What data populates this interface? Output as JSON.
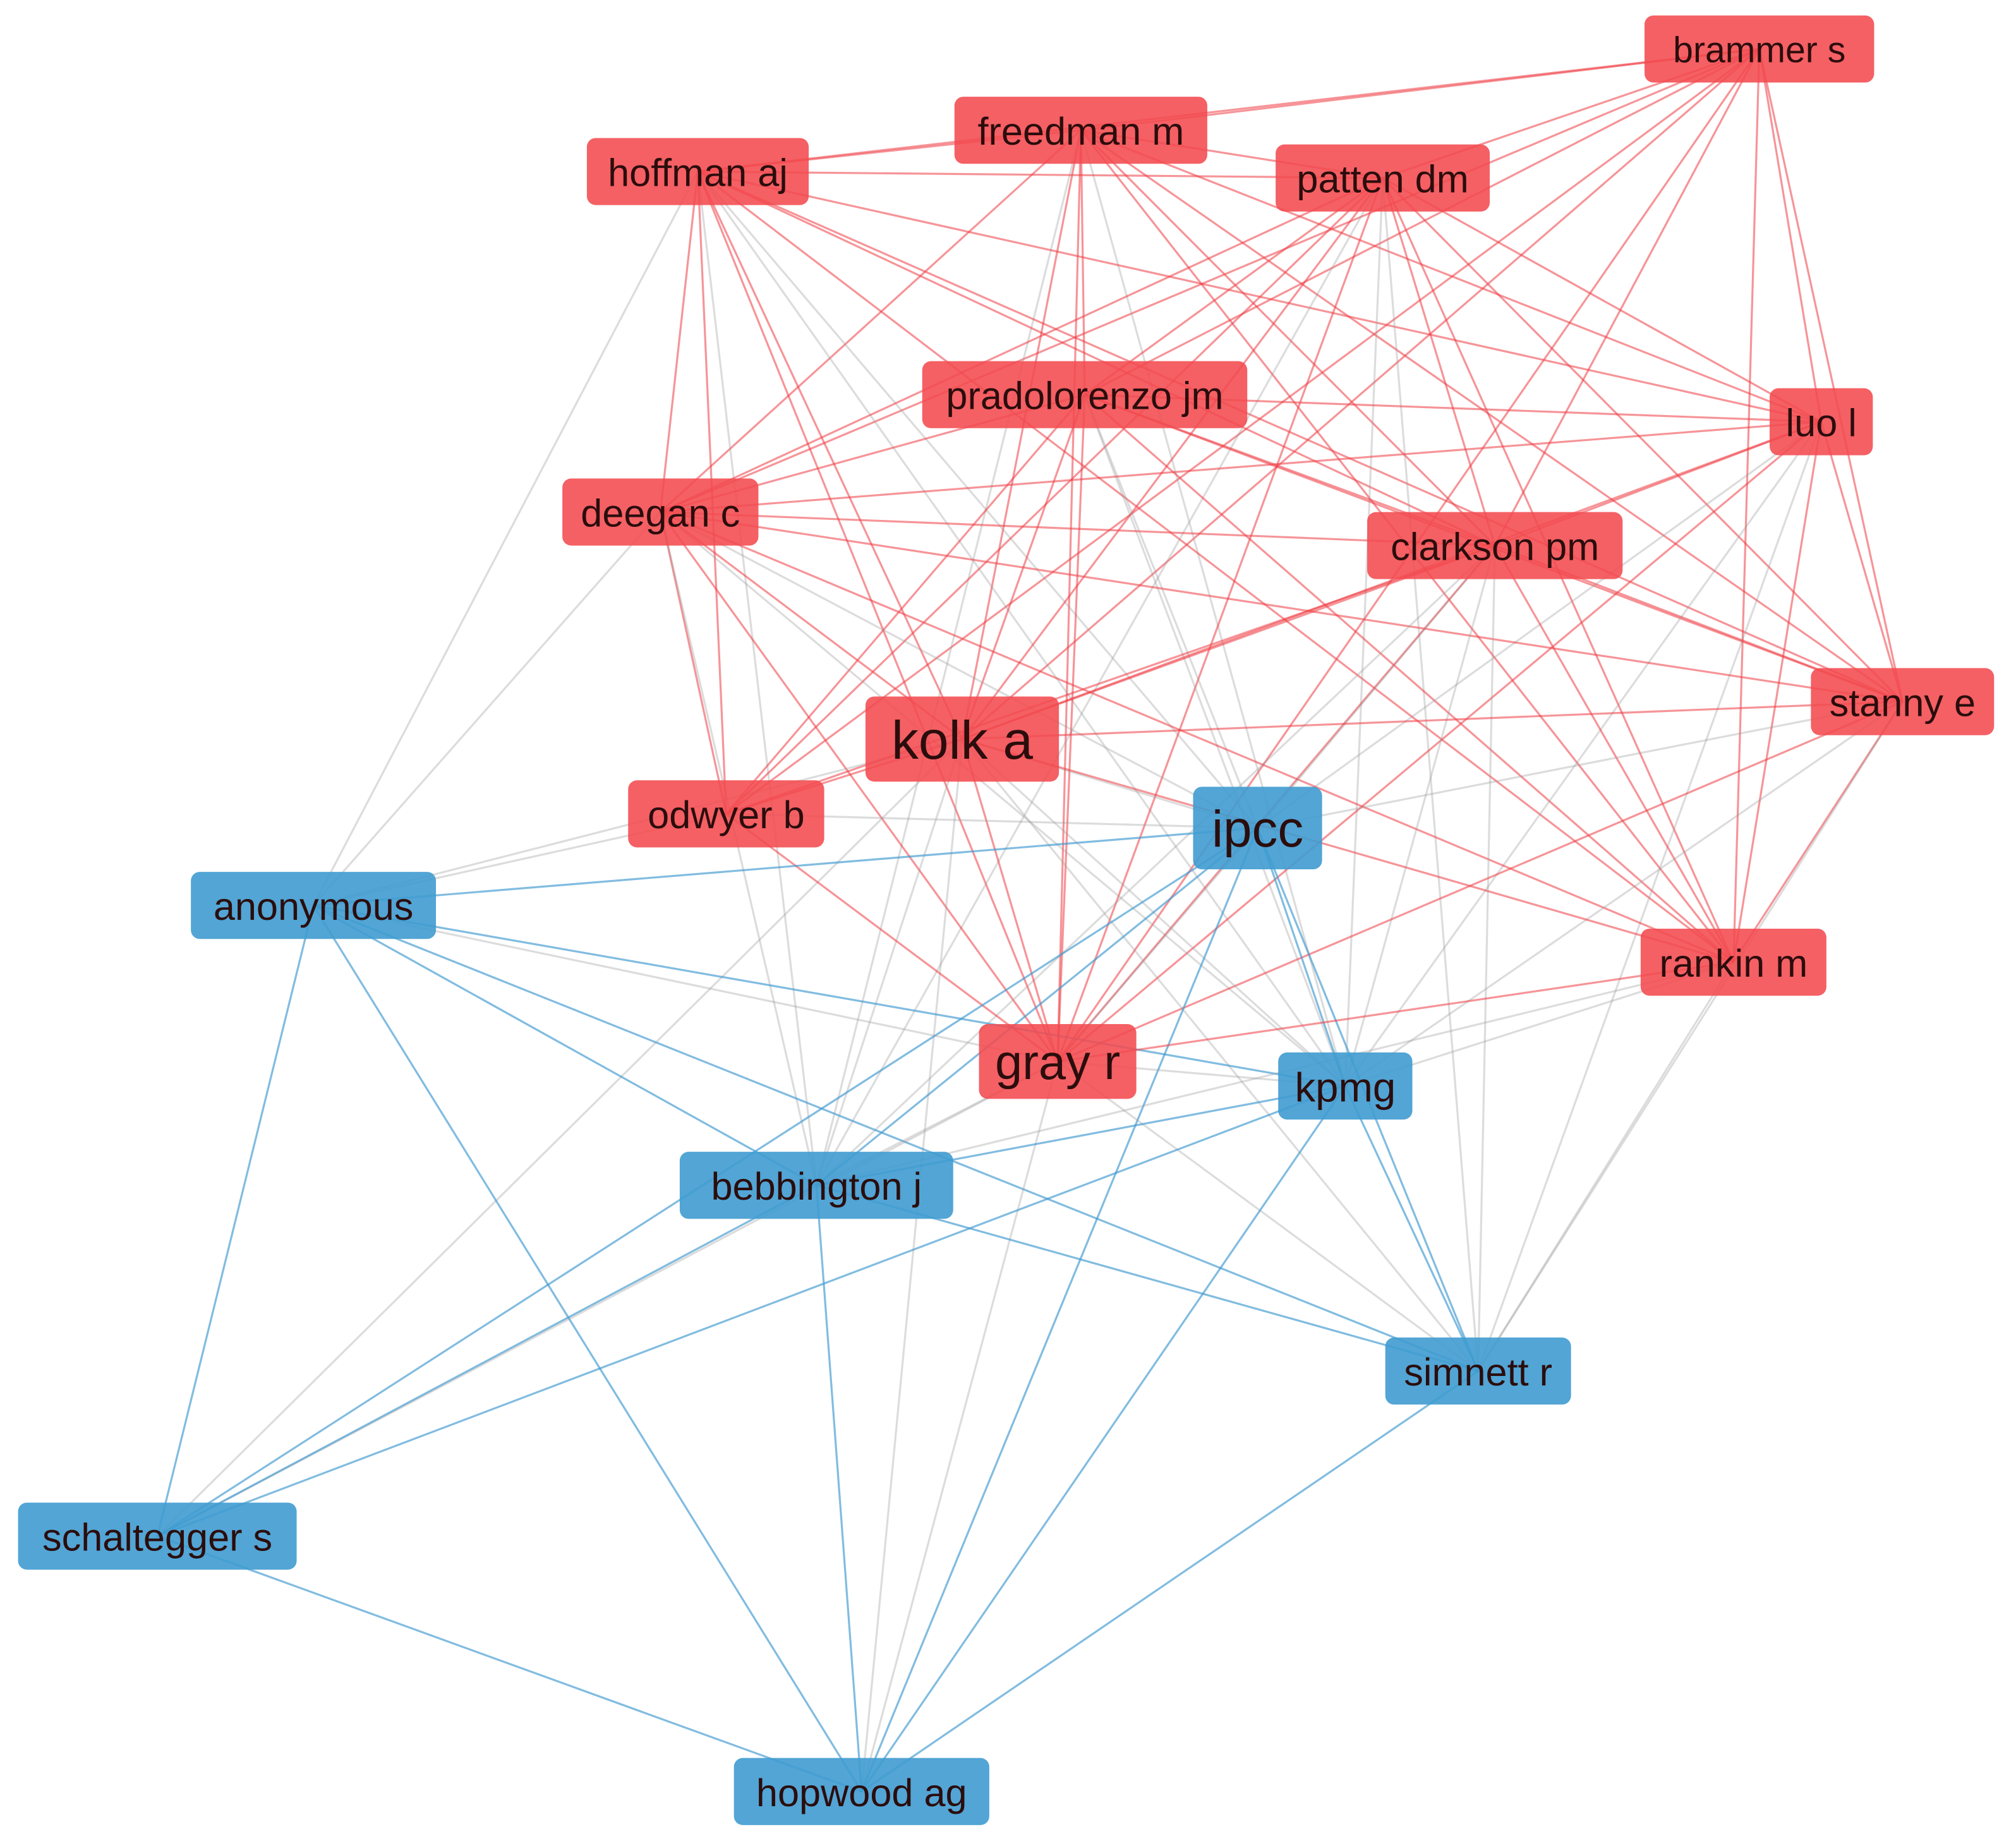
{
  "colors": {
    "red_cluster": "#f24a4f",
    "blue_cluster": "#3f9bd0",
    "red_edge": "#ee3c44",
    "blue_edge": "#3d98cf",
    "mixed_edge": "#9c9c9c",
    "label_text": "#2b0d0d"
  },
  "legend": [],
  "nodes": [
    {
      "id": "brammer",
      "label": "brammer s",
      "cluster": "red"
    },
    {
      "id": "freedman",
      "label": "freedman m",
      "cluster": "red"
    },
    {
      "id": "hoffman",
      "label": "hoffman aj",
      "cluster": "red"
    },
    {
      "id": "patten",
      "label": "patten dm",
      "cluster": "red"
    },
    {
      "id": "pradolorenzo",
      "label": "pradolorenzo jm",
      "cluster": "red"
    },
    {
      "id": "luo",
      "label": "luo l",
      "cluster": "red"
    },
    {
      "id": "deegan",
      "label": "deegan c",
      "cluster": "red"
    },
    {
      "id": "clarkson",
      "label": "clarkson pm",
      "cluster": "red"
    },
    {
      "id": "stanny",
      "label": "stanny e",
      "cluster": "red"
    },
    {
      "id": "kolk",
      "label": "kolk a",
      "cluster": "red"
    },
    {
      "id": "odwyer",
      "label": "odwyer b",
      "cluster": "red"
    },
    {
      "id": "ipcc",
      "label": "ipcc",
      "cluster": "blue"
    },
    {
      "id": "anonymous",
      "label": "anonymous",
      "cluster": "blue"
    },
    {
      "id": "rankin",
      "label": "rankin m",
      "cluster": "red"
    },
    {
      "id": "grayr",
      "label": "gray r",
      "cluster": "red"
    },
    {
      "id": "kpmg",
      "label": "kpmg",
      "cluster": "blue"
    },
    {
      "id": "bebbington",
      "label": "bebbington j",
      "cluster": "blue"
    },
    {
      "id": "simnett",
      "label": "simnett r",
      "cluster": "blue"
    },
    {
      "id": "schaltegger",
      "label": "schaltegger s",
      "cluster": "blue"
    },
    {
      "id": "hopwood",
      "label": "hopwood ag",
      "cluster": "blue"
    }
  ],
  "edges": [
    [
      "brammer",
      "freedman"
    ],
    [
      "brammer",
      "hoffman"
    ],
    [
      "brammer",
      "patten"
    ],
    [
      "brammer",
      "pradolorenzo"
    ],
    [
      "brammer",
      "luo"
    ],
    [
      "brammer",
      "deegan"
    ],
    [
      "brammer",
      "clarkson"
    ],
    [
      "brammer",
      "stanny"
    ],
    [
      "brammer",
      "kolk"
    ],
    [
      "brammer",
      "rankin"
    ],
    [
      "brammer",
      "grayr"
    ],
    [
      "brammer",
      "odwyer"
    ],
    [
      "freedman",
      "hoffman"
    ],
    [
      "freedman",
      "patten"
    ],
    [
      "freedman",
      "luo"
    ],
    [
      "freedman",
      "deegan"
    ],
    [
      "freedman",
      "clarkson"
    ],
    [
      "freedman",
      "stanny"
    ],
    [
      "freedman",
      "kolk"
    ],
    [
      "freedman",
      "rankin"
    ],
    [
      "freedman",
      "grayr"
    ],
    [
      "freedman",
      "pradolorenzo"
    ],
    [
      "freedman",
      "kpmg"
    ],
    [
      "freedman",
      "bebbington"
    ],
    [
      "hoffman",
      "patten"
    ],
    [
      "hoffman",
      "kolk"
    ],
    [
      "hoffman",
      "grayr"
    ],
    [
      "hoffman",
      "luo"
    ],
    [
      "hoffman",
      "stanny"
    ],
    [
      "hoffman",
      "clarkson"
    ],
    [
      "hoffman",
      "rankin"
    ],
    [
      "hoffman",
      "deegan"
    ],
    [
      "hoffman",
      "odwyer"
    ],
    [
      "hoffman",
      "kpmg"
    ],
    [
      "hoffman",
      "bebbington"
    ],
    [
      "hoffman",
      "anonymous"
    ],
    [
      "hoffman",
      "ipcc"
    ],
    [
      "patten",
      "deegan"
    ],
    [
      "patten",
      "clarkson"
    ],
    [
      "patten",
      "kolk"
    ],
    [
      "patten",
      "grayr"
    ],
    [
      "patten",
      "stanny"
    ],
    [
      "patten",
      "rankin"
    ],
    [
      "patten",
      "luo"
    ],
    [
      "patten",
      "pradolorenzo"
    ],
    [
      "patten",
      "odwyer"
    ],
    [
      "patten",
      "kpmg"
    ],
    [
      "patten",
      "bebbington"
    ],
    [
      "patten",
      "simnett"
    ],
    [
      "pradolorenzo",
      "deegan"
    ],
    [
      "pradolorenzo",
      "clarkson"
    ],
    [
      "pradolorenzo",
      "kolk"
    ],
    [
      "pradolorenzo",
      "grayr"
    ],
    [
      "pradolorenzo",
      "luo"
    ],
    [
      "pradolorenzo",
      "stanny"
    ],
    [
      "pradolorenzo",
      "rankin"
    ],
    [
      "pradolorenzo",
      "odwyer"
    ],
    [
      "pradolorenzo",
      "ipcc"
    ],
    [
      "pradolorenzo",
      "kpmg"
    ],
    [
      "luo",
      "deegan"
    ],
    [
      "luo",
      "clarkson"
    ],
    [
      "luo",
      "stanny"
    ],
    [
      "luo",
      "kolk"
    ],
    [
      "luo",
      "rankin"
    ],
    [
      "luo",
      "grayr"
    ],
    [
      "luo",
      "ipcc"
    ],
    [
      "luo",
      "kpmg"
    ],
    [
      "luo",
      "simnett"
    ],
    [
      "deegan",
      "clarkson"
    ],
    [
      "deegan",
      "stanny"
    ],
    [
      "deegan",
      "kolk"
    ],
    [
      "deegan",
      "grayr"
    ],
    [
      "deegan",
      "rankin"
    ],
    [
      "deegan",
      "odwyer"
    ],
    [
      "deegan",
      "anonymous"
    ],
    [
      "deegan",
      "ipcc"
    ],
    [
      "deegan",
      "kpmg"
    ],
    [
      "deegan",
      "bebbington"
    ],
    [
      "clarkson",
      "stanny"
    ],
    [
      "clarkson",
      "kolk"
    ],
    [
      "clarkson",
      "grayr"
    ],
    [
      "clarkson",
      "rankin"
    ],
    [
      "clarkson",
      "ipcc"
    ],
    [
      "clarkson",
      "kpmg"
    ],
    [
      "clarkson",
      "odwyer"
    ],
    [
      "clarkson",
      "bebbington"
    ],
    [
      "clarkson",
      "simnett"
    ],
    [
      "stanny",
      "kolk"
    ],
    [
      "stanny",
      "rankin"
    ],
    [
      "stanny",
      "grayr"
    ],
    [
      "stanny",
      "ipcc"
    ],
    [
      "stanny",
      "kpmg"
    ],
    [
      "stanny",
      "simnett"
    ],
    [
      "kolk",
      "grayr"
    ],
    [
      "kolk",
      "ipcc"
    ],
    [
      "kolk",
      "odwyer"
    ],
    [
      "kolk",
      "rankin"
    ],
    [
      "kolk",
      "kpmg"
    ],
    [
      "kolk",
      "bebbington"
    ],
    [
      "kolk",
      "anonymous"
    ],
    [
      "kolk",
      "simnett"
    ],
    [
      "kolk",
      "schaltegger"
    ],
    [
      "kolk",
      "hopwood"
    ],
    [
      "odwyer",
      "grayr"
    ],
    [
      "odwyer",
      "anonymous"
    ],
    [
      "odwyer",
      "ipcc"
    ],
    [
      "ipcc",
      "anonymous"
    ],
    [
      "ipcc",
      "grayr"
    ],
    [
      "ipcc",
      "kpmg"
    ],
    [
      "ipcc",
      "bebbington"
    ],
    [
      "ipcc",
      "simnett"
    ],
    [
      "ipcc",
      "schaltegger"
    ],
    [
      "ipcc",
      "hopwood"
    ],
    [
      "anonymous",
      "grayr"
    ],
    [
      "anonymous",
      "kpmg"
    ],
    [
      "anonymous",
      "bebbington"
    ],
    [
      "anonymous",
      "schaltegger"
    ],
    [
      "anonymous",
      "hopwood"
    ],
    [
      "anonymous",
      "simnett"
    ],
    [
      "rankin",
      "grayr"
    ],
    [
      "rankin",
      "kpmg"
    ],
    [
      "rankin",
      "simnett"
    ],
    [
      "rankin",
      "bebbington"
    ],
    [
      "grayr",
      "kpmg"
    ],
    [
      "grayr",
      "bebbington"
    ],
    [
      "grayr",
      "simnett"
    ],
    [
      "grayr",
      "schaltegger"
    ],
    [
      "grayr",
      "hopwood"
    ],
    [
      "kpmg",
      "bebbington"
    ],
    [
      "kpmg",
      "simnett"
    ],
    [
      "kpmg",
      "schaltegger"
    ],
    [
      "kpmg",
      "hopwood"
    ],
    [
      "bebbington",
      "simnett"
    ],
    [
      "bebbington",
      "schaltegger"
    ],
    [
      "bebbington",
      "hopwood"
    ],
    [
      "simnett",
      "hopwood"
    ],
    [
      "schaltegger",
      "hopwood"
    ]
  ]
}
